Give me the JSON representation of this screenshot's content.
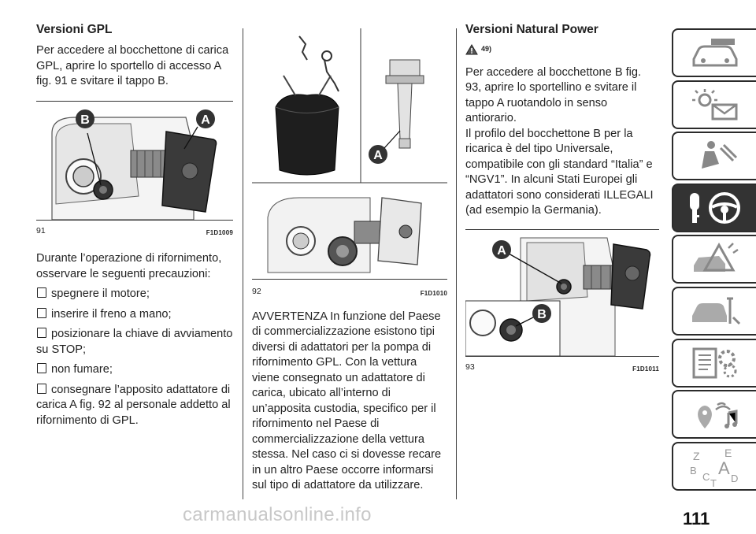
{
  "col1": {
    "heading": "Versioni GPL",
    "intro": "Per accedere al bocchettone di carica GPL, aprire lo sportello di accesso A fig. 91 e svitare il tappo B.",
    "fig_label_a": "A",
    "fig_label_b": "B",
    "fig_number": "91",
    "fig_code": "F1D1009",
    "para": "Durante l’operazione di rifornimento, osservare le seguenti precauzioni:",
    "bullets": [
      "spegnere il motore;",
      "inserire il freno a mano;",
      "posizionare la chiave di avviamento su STOP;",
      "non fumare;",
      "consegnare l’apposito adattatore di carica A fig. 92 al personale addetto al rifornimento di GPL."
    ]
  },
  "col2": {
    "fig_label_a": "A",
    "fig_number": "92",
    "fig_code": "F1D1010",
    "warning": "AVVERTENZA In funzione del Paese di commercializzazione esistono tipi diversi di adattatori per la pompa di rifornimento GPL. Con la vettura viene consegnato un adattatore di carica, ubicato all’interno di un’apposita custodia, specifico per il rifornimento nel Paese di commercializzazione della vettura stessa. Nel caso ci si dovesse recare in un altro Paese occorre informarsi sul tipo di adattatore da utilizzare."
  },
  "col3": {
    "heading": "Versioni Natural Power",
    "warn_ref": "49)",
    "p1": "Per accedere al bocchettone B fig. 93, aprire lo sportellino e svitare il tappo A ruotandolo in senso antiorario.",
    "p2": "Il profilo del bocchettone B per la ricarica è del tipo Universale, compatibile con gli standard “Italia” e “NGV1”. In alcuni Stati Europei gli adattatori sono considerati ILLEGALI (ad esempio la Germania).",
    "fig_label_a": "A",
    "fig_label_b": "B",
    "fig_number": "93",
    "fig_code": "F1D1011"
  },
  "sidebar": {
    "icons": [
      "car-dashboard-icon",
      "warning-lights-message-icon",
      "seat-airbag-icon",
      "key-steering-wheel-icon",
      "emergency-breakdown-icon",
      "car-maintenance-icon",
      "technical-data-gear-icon",
      "multimedia-music-icon",
      "alphabetical-index-icon"
    ],
    "active_index": 3,
    "index_letters": [
      "Z",
      "E",
      "B",
      "A",
      "C",
      "D",
      "T"
    ]
  },
  "page_number": "111",
  "watermark": "carmanualsonline.info",
  "colors": {
    "badge": "#333333",
    "active_tab": "#333333",
    "text": "#222222"
  }
}
